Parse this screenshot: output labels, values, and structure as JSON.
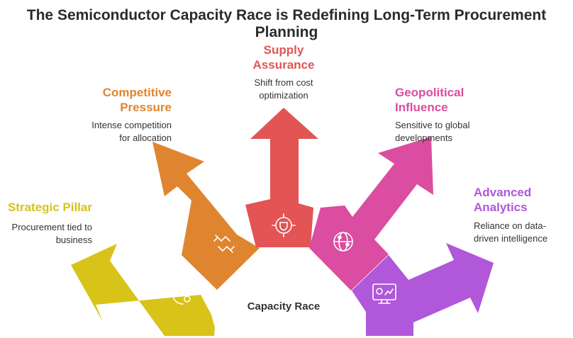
{
  "title": "The Semiconductor Capacity Race is Redefining Long-Term Procurement Planning",
  "center_label": "Capacity Race",
  "items": [
    {
      "label_lines": [
        "Strategic Pillar"
      ],
      "desc_lines": [
        "Procurement tied to",
        "business"
      ],
      "color": "#D8C318",
      "icon": "gears-cycle-icon"
    },
    {
      "label_lines": [
        "Competitive",
        "Pressure"
      ],
      "desc_lines": [
        "Intense competition",
        "for allocation"
      ],
      "color": "#E0852F",
      "icon": "handshake-icon"
    },
    {
      "label_lines": [
        "Supply",
        "Assurance"
      ],
      "desc_lines": [
        "Shift from cost",
        "optimization"
      ],
      "color": "#E35454",
      "icon": "shield-target-icon"
    },
    {
      "label_lines": [
        "Geopolitical",
        "Influence"
      ],
      "desc_lines": [
        "Sensitive to global",
        "developments"
      ],
      "color": "#DA4DA0",
      "icon": "globe-network-icon"
    },
    {
      "label_lines": [
        "Advanced",
        "Analytics"
      ],
      "desc_lines": [
        "Reliance on data-",
        "driven intelligence"
      ],
      "color": "#B057DA",
      "icon": "analytics-monitor-icon"
    }
  ]
}
